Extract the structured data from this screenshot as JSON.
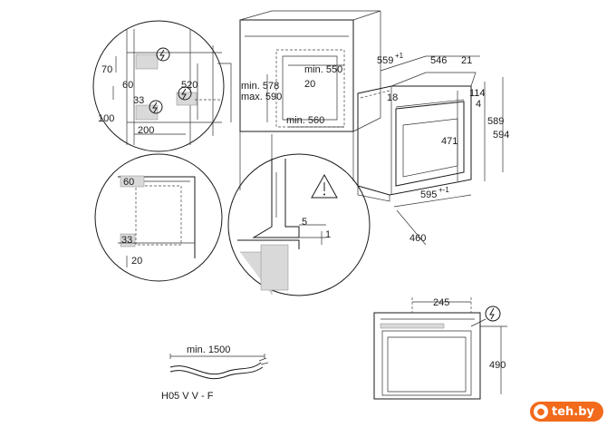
{
  "dimensions": {
    "top_left": {
      "d70": "70",
      "d60": "60",
      "d520": "520",
      "d33": "33",
      "d100": "100",
      "d200": "200"
    },
    "cabinet": {
      "min550": "min. 550",
      "d20": "20",
      "min578": "min. 578",
      "max590": "max. 590",
      "min560": "min. 560"
    },
    "oven": {
      "d559": "559",
      "d559_tol": "+1",
      "d546": "546",
      "d21": "21",
      "d18": "18",
      "d114": "114",
      "d4": "4",
      "d589": "589",
      "d594": "594",
      "d471": "471",
      "d595": "595",
      "d595_tol": "+-1",
      "d460": "460"
    },
    "middle_left": {
      "d60": "60",
      "d33": "33",
      "d20": "20"
    },
    "detail": {
      "d5": "5",
      "d1": "1"
    },
    "cable": {
      "min1500": "min. 1500",
      "type": "H05 V V - F"
    },
    "bottom_right": {
      "d245": "245",
      "d490": "490"
    }
  },
  "icons": [
    "power-plug-icon",
    "warning-triangle-icon"
  ],
  "watermark": {
    "text": "teh.by"
  },
  "colors": {
    "line": "#1a1a1a",
    "hatch": "#d9d9d9",
    "watermark": "#f26a1b"
  }
}
